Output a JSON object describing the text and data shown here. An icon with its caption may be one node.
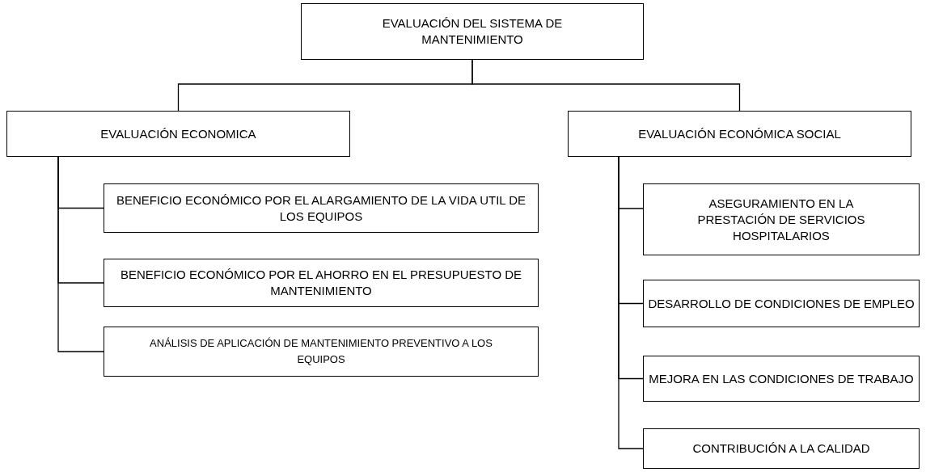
{
  "diagram": {
    "nodes": [
      {
        "text": [
          "EVALUACIÓN DEL SISTEMA DE MANTENIMIENTO"
        ]
      },
      {
        "text": [
          "EVALUACIÓN ECONOMICA"
        ]
      },
      {
        "text": [
          "EVALUACIÓN ECONÓMICA SOCIAL"
        ]
      },
      {
        "text": [
          "BENEFICIO ECONÓMICO POR EL ALARGAMIENTO DE LA VIDA UTIL DE LOS EQUIPOS"
        ]
      },
      {
        "text": [
          "BENEFICIO ECONÓMICO POR EL AHORRO EN EL PRESUPUESTO DE MANTENIMIENTO"
        ]
      },
      {
        "text": [
          "ANÁLISIS DE APLICACIÓN DE MANTENIMIENTO PREVENTIVO A LOS EQUIPOS"
        ]
      },
      {
        "text": [
          "ASEGURAMIENTO EN LA PRESTACIÓN DE SERVICIOS HOSPITALARIOS"
        ]
      },
      {
        "text": [
          "DESARROLLO DE CONDICIONES DE EMPLEO"
        ]
      },
      {
        "text": [
          "MEJORA EN LAS CONDICIONES DE TRABAJO"
        ]
      },
      {
        "text": [
          "CONTRIBUCIÓN A LA CALIDAD"
        ]
      }
    ],
    "edges": [
      {
        "from": 0,
        "to": 1,
        "arrow": "none"
      },
      {
        "from": 0,
        "to": 2,
        "arrow": "none"
      },
      {
        "from": 1,
        "to": 3,
        "arrow": "none"
      },
      {
        "from": 1,
        "to": 4,
        "arrow": "none"
      },
      {
        "from": 1,
        "to": 5,
        "arrow": "none"
      },
      {
        "from": 2,
        "to": 6,
        "arrow": "none"
      },
      {
        "from": 2,
        "to": 7,
        "arrow": "none"
      },
      {
        "from": 2,
        "to": 8,
        "arrow": "none"
      },
      {
        "from": 2,
        "to": 9,
        "arrow": "none"
      }
    ]
  }
}
